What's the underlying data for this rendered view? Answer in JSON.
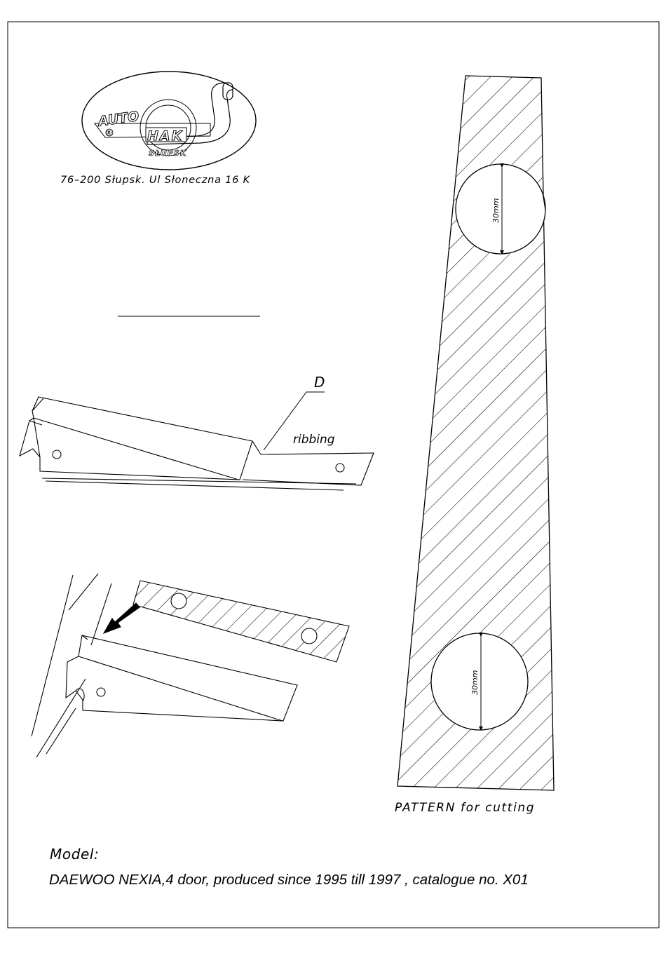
{
  "logo": {
    "word_auto": "AUTO",
    "word_hak": "HAK",
    "word_slupsk": "SŁUPSK",
    "registered_mark": "®"
  },
  "address": "76–200 Słupsk. Ul Słoneczna 16 K",
  "bracket_diagram": {
    "label_d": "D",
    "label_ribbing": "ribbing"
  },
  "pattern": {
    "hole_top_dimension": "30mm",
    "hole_bottom_dimension": "30mm",
    "caption": "PATTERN for cutting"
  },
  "model": {
    "label": "Model:",
    "description": "DAEWOO NEXIA,4 door,  produced since  1995  till  1997 , catalogue no. X01"
  }
}
